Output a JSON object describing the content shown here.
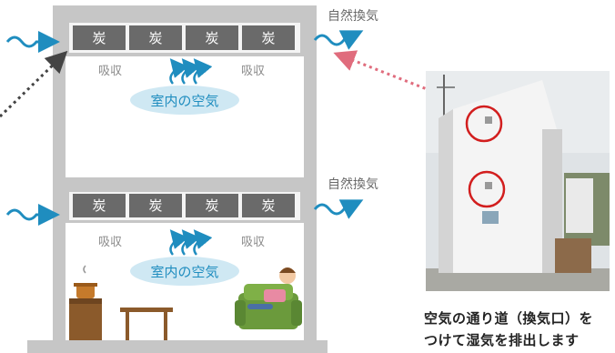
{
  "labels": {
    "natural_ventilation": "自然換気",
    "charcoal": "炭",
    "absorption": "吸収",
    "indoor_air": "室内の空気"
  },
  "caption": {
    "line1": "空気の通り道（換気口）を",
    "line2": "つけて湿気を排出します"
  },
  "colors": {
    "wall": "#c6c6c6",
    "floor_bar": "#c6c6c6",
    "charcoal_cell": "#6a6a6a",
    "wind_arrow": "#1f8dbf",
    "air_bubble": "#cfe8f3",
    "air_text": "#1f8dbf",
    "pink_arrow": "#e06c7d",
    "dotted_arrow": "#444444",
    "photo_circle": "#d21e1e"
  },
  "icons": [
    "wind-arrow-icon",
    "rising-air-icon",
    "pot-icon",
    "table-icon",
    "sofa-person-icon",
    "house-photo"
  ]
}
